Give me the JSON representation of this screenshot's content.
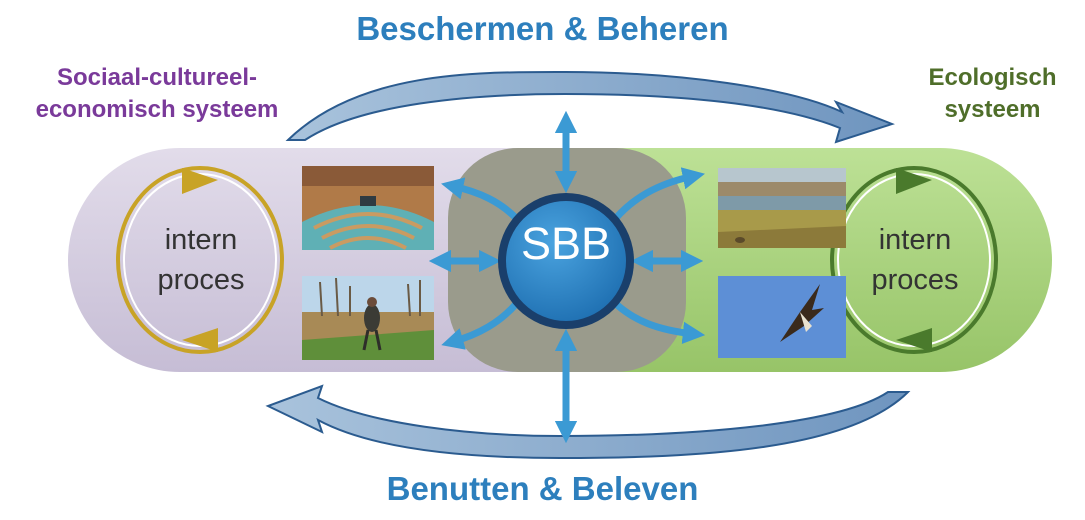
{
  "top_label": "Beschermen & Beheren",
  "bottom_label": "Benutten & Beleven",
  "left_system": {
    "line1": "Sociaal-cultureel-",
    "line2": "economisch systeem"
  },
  "right_system": {
    "line1": "Ecologisch",
    "line2": "systeem"
  },
  "left_cycle": {
    "line1": "intern",
    "line2": "proces"
  },
  "right_cycle": {
    "line1": "intern",
    "line2": "proces"
  },
  "center": "SBB",
  "colors": {
    "title_blue": "#2d7fbd",
    "left_purple": "#7a3a9a",
    "right_green": "#4f6e2a",
    "left_panel": "#d5cfe0",
    "right_panel": "#a8d07c",
    "center_panel": "#9a9b8c",
    "arrow_blue": "#3b9ad4"
  }
}
